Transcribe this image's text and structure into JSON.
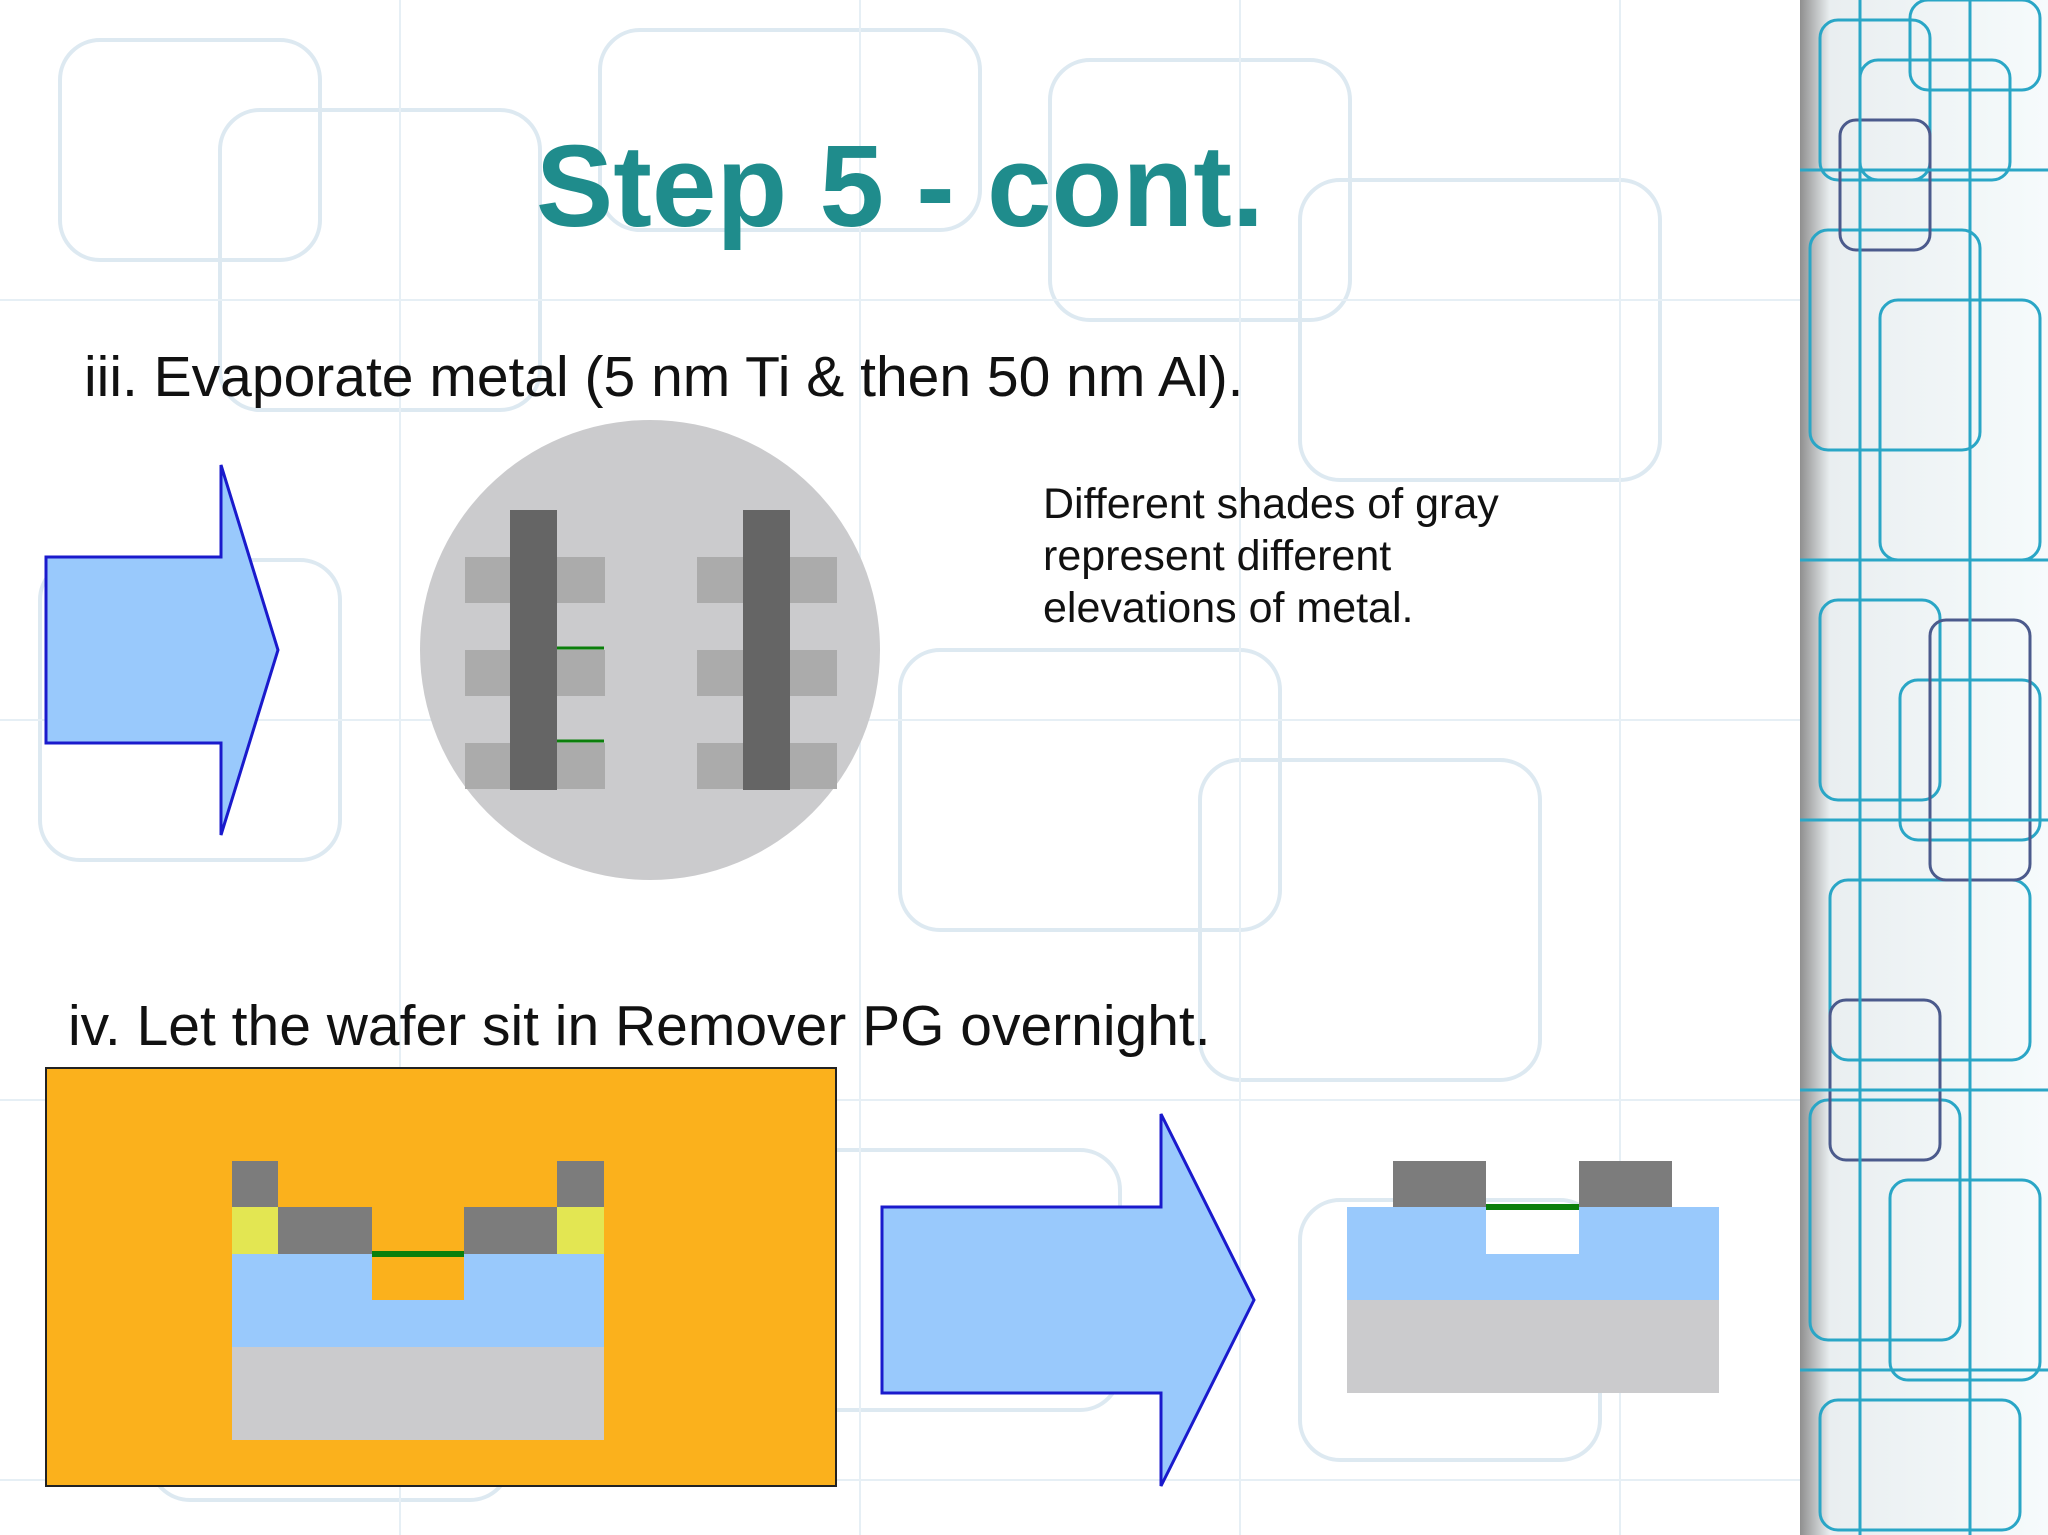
{
  "slide": {
    "title": "Step 5 - cont.",
    "step_iii": "iii. Evaporate metal (5 nm Ti & then 50 nm Al).",
    "note_lines": [
      "Different shades of gray",
      "represent different",
      "elevations of metal."
    ],
    "step_iv": "iv. Let the wafer sit in Remover PG overnight."
  },
  "colors": {
    "title": "#1f8c8c",
    "arrow_fill": "#99c9fc",
    "arrow_stroke": "#1a1acc",
    "wafer_disk": "#cbcbcd",
    "pad_light": "#ababab",
    "gate_dark": "#656565",
    "green_line": "#0b7f0b",
    "photoresist": "#fbb11c",
    "metal_side": "#e3e652",
    "oxide": "#99c9fc",
    "substrate": "#cbcbcd",
    "metal_top": "#7c7c7c"
  },
  "icons": [
    "right-arrow-icon"
  ]
}
